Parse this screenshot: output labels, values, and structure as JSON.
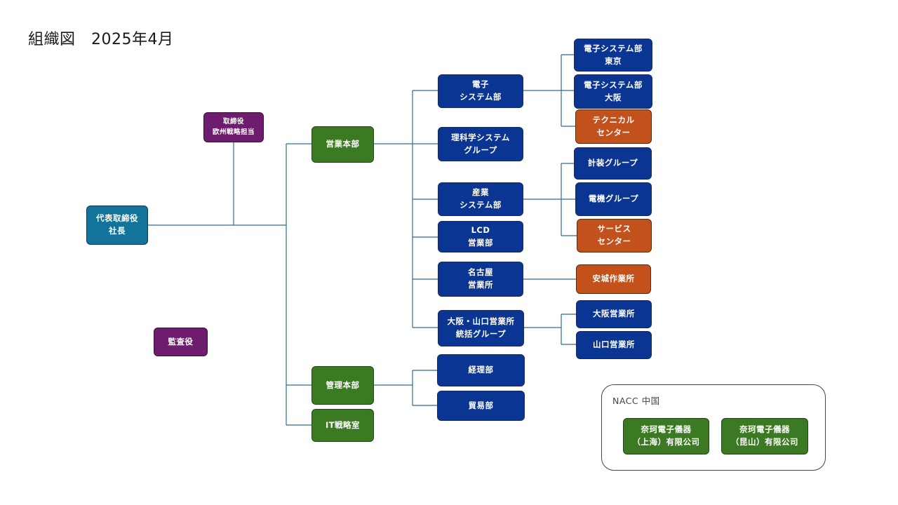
{
  "title": "組織図　2025年4月",
  "colors": {
    "blue": "#0a3592",
    "green": "#3b7a22",
    "orange": "#c2511c",
    "purple": "#6e1d6e",
    "teal": "#13739a",
    "line": "#2e6e8e"
  },
  "nodes": {
    "president": "代表取締役\n社長",
    "director_europe": "取締役\n欧州戦略担当",
    "auditor": "監査役",
    "sales_hq": "営業本部",
    "admin_hq": "管理本部",
    "it_office": "IT戦略室",
    "electronic_systems": "電子\nシステム部",
    "science_systems": "理科学システム\nグループ",
    "industrial_systems": "産業\nシステム部",
    "lcd_sales": "LCD\n営業部",
    "nagoya_office": "名古屋\n営業所",
    "osaka_yamaguchi_group": "大阪・山口営業所\n統括グループ",
    "accounting": "経理部",
    "trade": "貿易部",
    "es_tokyo": "電子システム部\n東京",
    "es_osaka": "電子システム部\n大阪",
    "technical_center": "テクニカル\nセンター",
    "instrumentation_group": "計装グループ",
    "electrical_group": "電機グループ",
    "service_center": "サービス\nセンター",
    "anjo_office": "安城作業所",
    "osaka_office": "大阪営業所",
    "yamaguchi_office": "山口営業所"
  },
  "china_group": {
    "label": "NACC 中国",
    "shanghai": "奈珂電子儀器\n（上海）有限公司",
    "kunshan": "奈珂電子儀器\n（昆山）有限公司"
  }
}
